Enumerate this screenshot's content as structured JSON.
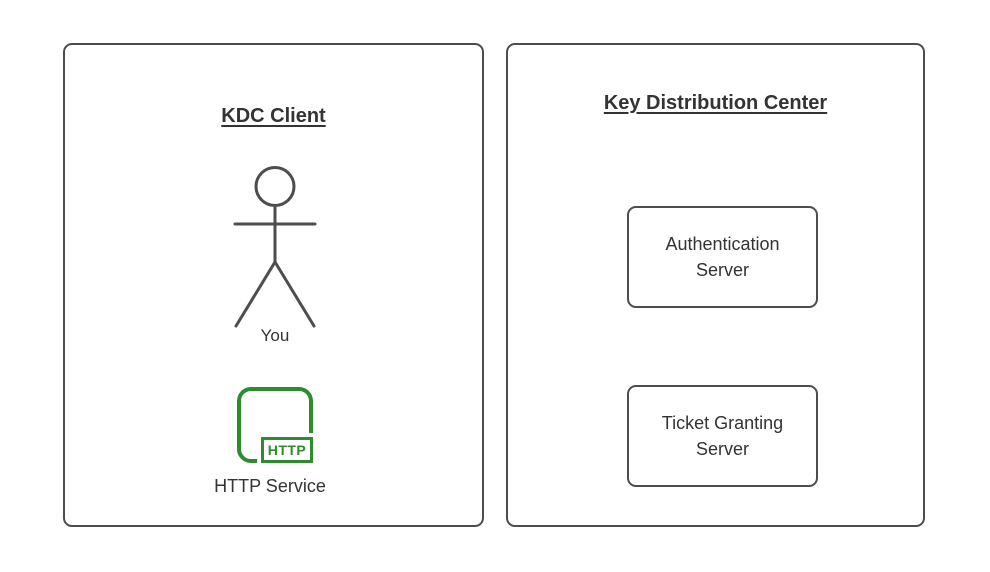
{
  "client_panel": {
    "title": "KDC Client",
    "actor_label": "You",
    "service": {
      "icon_text": "HTTP",
      "label": "HTTP Service"
    }
  },
  "kdc_panel": {
    "title": "Key Distribution Center",
    "nodes": [
      {
        "label": "Authentication Server"
      },
      {
        "label": "Ticket Granting Server"
      }
    ]
  },
  "colors": {
    "stroke_gray": "#4d4d4d",
    "text": "#333333",
    "accent_green": "#2e8b2e",
    "background": "#ffffff"
  }
}
